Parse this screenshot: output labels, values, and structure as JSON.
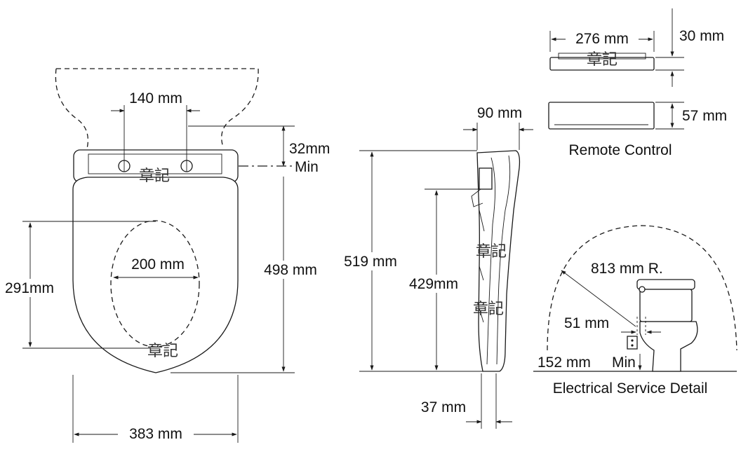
{
  "labels": {
    "hole_spacing": "140 mm",
    "min_gap": "32mm",
    "min_word": "Min",
    "opening_width": "200 mm",
    "opening_length": "291mm",
    "seat_length": "498 mm",
    "seat_width": "383 mm",
    "side_length": "519 mm",
    "side_inner": "429mm",
    "side_top": "90 mm",
    "side_bottom": "37 mm",
    "remote_width": "276 mm",
    "remote_thick": "30 mm",
    "remote_depth": "57 mm",
    "remote_caption": "Remote Control",
    "radius": "813 mm  R.",
    "outlet_offset": "51 mm",
    "outlet_height_a": "152 mm",
    "outlet_height_b": "Min",
    "service_caption": "Electrical Service Detail",
    "watermark": "章記"
  },
  "colors": {
    "line": "#1a1a1a",
    "background": "#ffffff"
  }
}
